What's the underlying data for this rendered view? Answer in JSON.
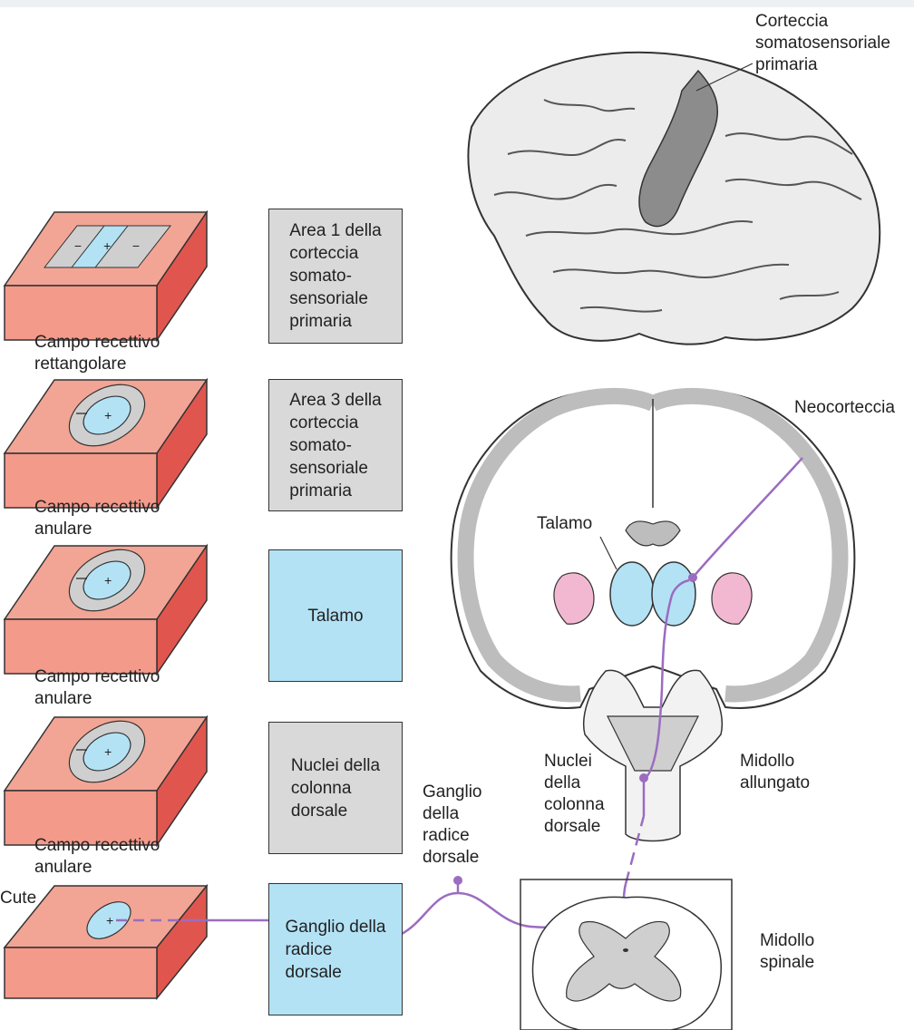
{
  "labels": {
    "cortex_primary": "Corteccia\nsomatosensoriale\nprimaria",
    "neocortex": "Neocorteccia",
    "thalamus": "Talamo",
    "dc_nuclei": "Nuclei\ndella\ncolonna\ndorsale",
    "medulla": "Midollo\nallungato",
    "drg": "Ganglio\ndella\nradice\ndorsale",
    "spinal_cord": "Midollo\nspinale",
    "skin": "Cute"
  },
  "stages": [
    {
      "box_text": "Area 1 della\ncorteccia\nsomato-\nsensoriale\nprimaria",
      "box_color": "gray",
      "field_label": "Campo recettivo\nrettangolare",
      "field_type": "rectangular"
    },
    {
      "box_text": "Area 3 della\ncorteccia\nsomato-\nsensoriale\nprimaria",
      "box_color": "gray",
      "field_label": "Campo recettivo\nanulare",
      "field_type": "annular"
    },
    {
      "box_text": "Talamo",
      "box_color": "blue",
      "field_label": "Campo recettivo\nanulare",
      "field_type": "annular"
    },
    {
      "box_text": "Nuclei della\ncolonna\ndorsale",
      "box_color": "gray",
      "field_label": "Campo recettivo\nanulare",
      "field_type": "annular"
    },
    {
      "box_text": "Ganglio della\nradice\ndorsale",
      "box_color": "blue",
      "field_label": "",
      "field_type": "simple"
    }
  ],
  "colors": {
    "skin_top": "#f2a595",
    "skin_side": "#e0564e",
    "skin_front": "#f39a8b",
    "excitatory": "#b3e2f5",
    "inhibitory": "#cfcfcf",
    "pathway": "#9b6cc0",
    "thalamus": "#b3e2f5",
    "basal_ganglia": "#f3b8d1",
    "box_gray": "#d9d9d9"
  },
  "symbols": {
    "plus": "+",
    "minus": "−"
  }
}
